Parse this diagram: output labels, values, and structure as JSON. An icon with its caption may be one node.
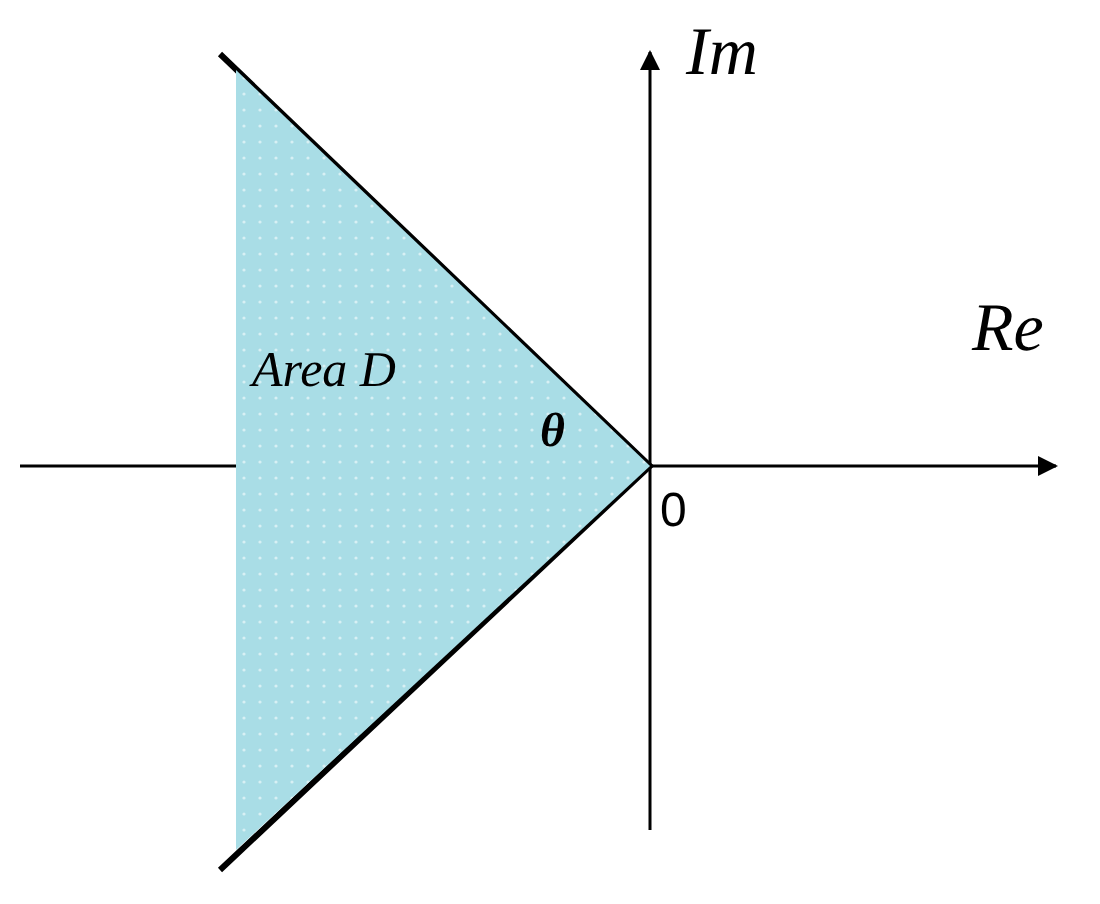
{
  "diagram": {
    "nodes": [
      {
        "text": [
          "Area D"
        ]
      }
    ],
    "labels": [
      "Im",
      "Re",
      "θ",
      "0"
    ]
  }
}
